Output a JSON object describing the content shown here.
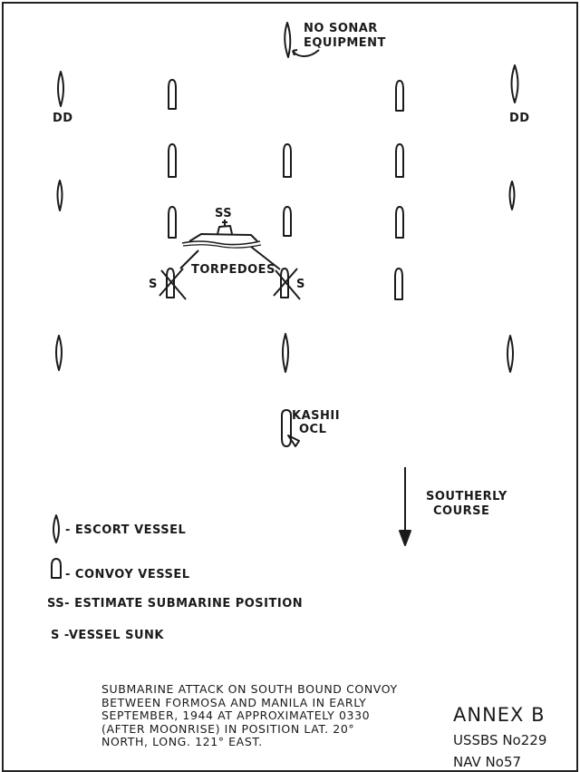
{
  "top_note": {
    "line1": "NO SONAR",
    "line2": "EQUIPMENT"
  },
  "labels": {
    "dd_left": "DD",
    "dd_right": "DD",
    "ss": "SS",
    "torpedoes": "TORPEDOES",
    "sunk_left": "S",
    "sunk_right": "S",
    "kashii_line1": "KASHII",
    "kashii_line2": "OCL",
    "course_line1": "SOUTHERLY",
    "course_line2": "COURSE"
  },
  "legend": {
    "escort": "- ESCORT VESSEL",
    "convoy": "- CONVOY VESSEL",
    "submarine": "SS- ESTIMATE SUBMARINE POSITION",
    "sunk": "S  -VESSEL SUNK"
  },
  "caption": [
    "SUBMARINE ATTACK ON SOUTH BOUND CONVOY",
    "BETWEEN FORMOSA AND MANILA IN EARLY",
    "SEPTEMBER, 1944 AT APPROXIMATELY 0330",
    "(AFTER MOONRISE) IN POSITION LAT. 20°",
    "NORTH, LONG. 121° EAST."
  ],
  "annex": {
    "title": "ANNEX B",
    "ref1": "USSBS No229",
    "ref2": "NAV No57"
  },
  "icons": {
    "escort": "escort-vessel-icon",
    "convoy": "convoy-vessel-icon",
    "submarine": "submarine-icon",
    "arrow": "south-arrow-icon"
  }
}
